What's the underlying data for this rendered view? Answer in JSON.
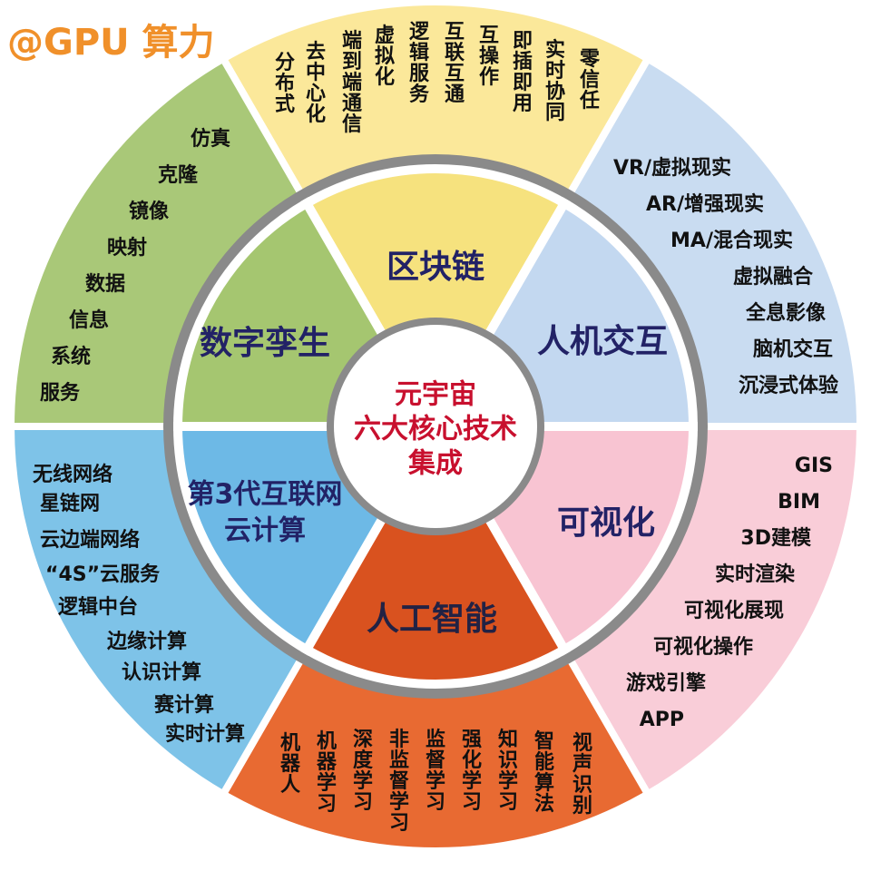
{
  "watermark": "@GPU 算力",
  "center": [
    "元宇宙",
    "六大核心技术",
    "集成"
  ],
  "sectors": [
    {
      "id": "blockchain",
      "name": "区块链",
      "outer_color": "#fbe89a",
      "inner_color": "#f6e27e",
      "name_color": "#222266",
      "items": [
        "分布式",
        "去中心化",
        "端到端通信",
        "虚拟化",
        "逻辑服务",
        "互联互通",
        "互操作",
        "即插即用",
        "实时协同",
        "零信任"
      ]
    },
    {
      "id": "hci",
      "name": "人机交互",
      "outer_color": "#c9dcf1",
      "inner_color": "#c3d8f0",
      "name_color": "#222266",
      "items": [
        "VR/虚拟现实",
        "AR/增强现实",
        "MA/混合现实",
        "虚拟融合",
        "全息影像",
        "脑机交互",
        "沉浸式体验"
      ]
    },
    {
      "id": "visualization",
      "name": "可视化",
      "outer_color": "#f9cdd8",
      "inner_color": "#f8c4d2",
      "name_color": "#222266",
      "items": [
        "GIS",
        "BIM",
        "3D建模",
        "实时渲染",
        "可视化展现",
        "可视化操作",
        "游戏引擎",
        "APP"
      ]
    },
    {
      "id": "ai",
      "name": "人工智能",
      "outer_color": "#e86a32",
      "inner_color": "#d9521f",
      "name_color": "#222244",
      "items": [
        "机器人",
        "机器学习",
        "深度学习",
        "非监督学习",
        "监督学习",
        "强化学习",
        "知识学习",
        "智能算法",
        "视声识别"
      ]
    },
    {
      "id": "cloud",
      "name": "第3代互联网\n云计算",
      "outer_color": "#7ec3e8",
      "inner_color": "#6db9e6",
      "name_color": "#222266",
      "items": [
        "无线网络",
        "星链网",
        "云边端网络",
        "“4S”云服务",
        "逻辑中台",
        "边缘计算",
        "认识计算",
        "赛计算",
        "实时计算"
      ]
    },
    {
      "id": "twin",
      "name": "数字孪生",
      "outer_color": "#a9c878",
      "inner_color": "#a5c670",
      "name_color": "#222266",
      "items": [
        "仿真",
        "克隆",
        "镜像",
        "映射",
        "数据",
        "信息",
        "系统",
        "服务"
      ]
    }
  ],
  "colors": {
    "ring": "#8a8a8a",
    "center_bg": "#ffffff",
    "center_text": "#c8102e",
    "watermark": "#f0902a",
    "label_text": "#111111"
  }
}
